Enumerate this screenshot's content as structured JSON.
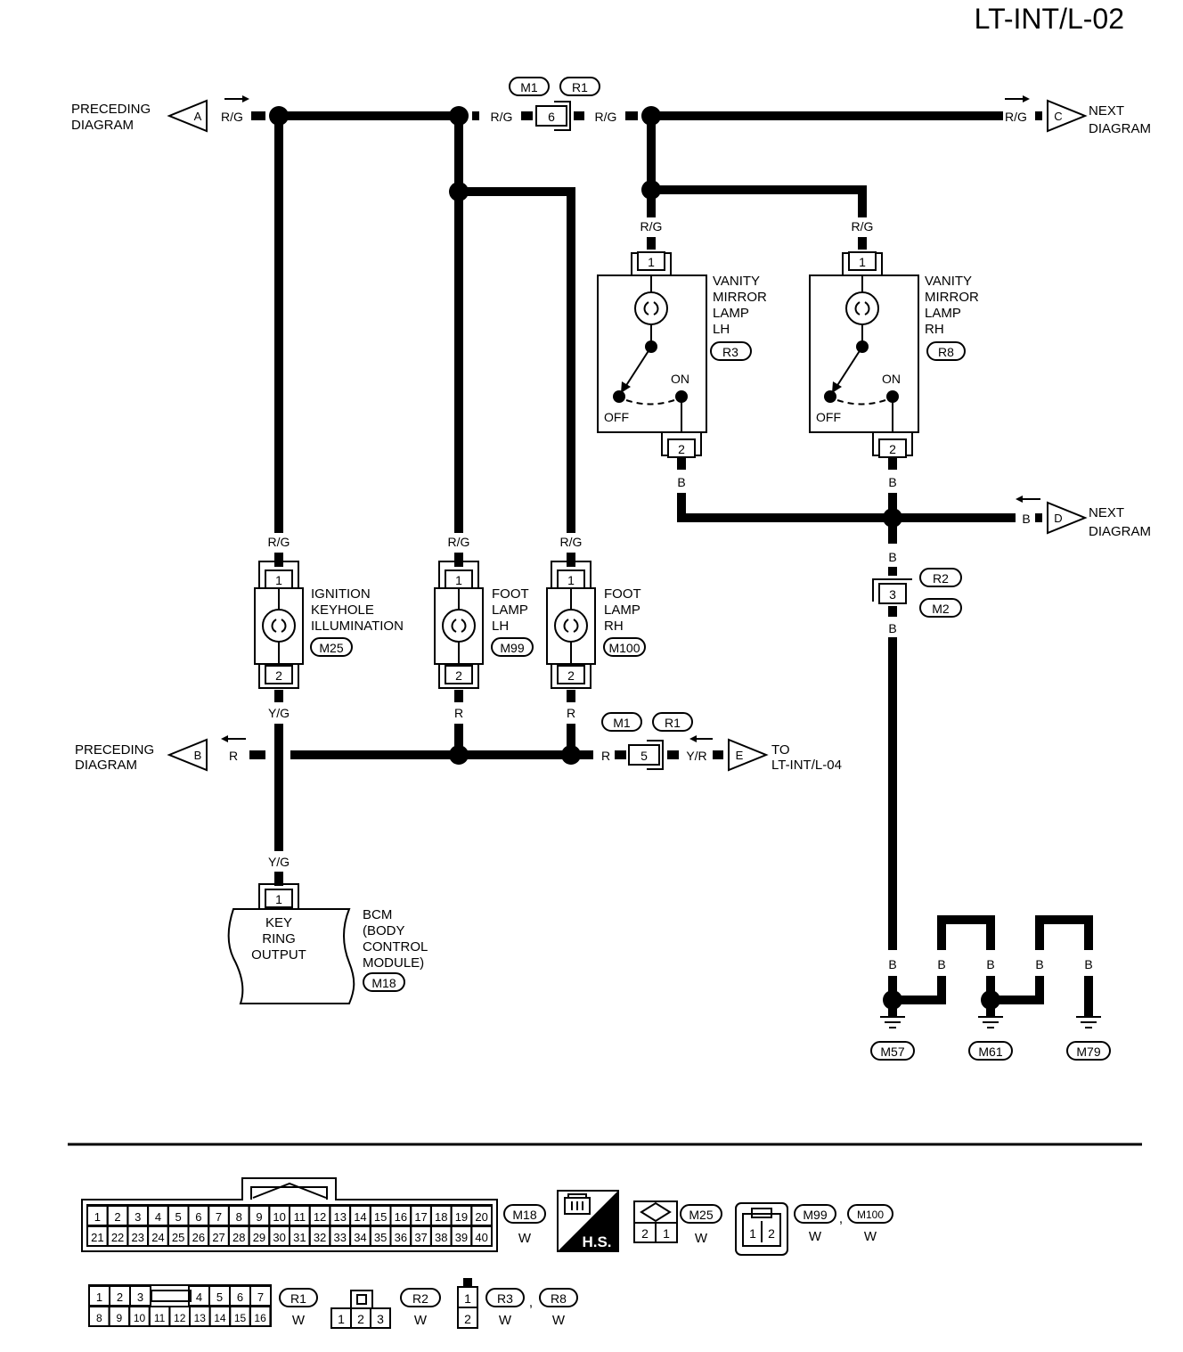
{
  "page_id": "LT-INT/L-02",
  "connectors": {
    "A": {
      "letter": "A",
      "wire": "R/G",
      "label1": "PRECEDING",
      "label2": "DIAGRAM"
    },
    "B": {
      "letter": "B",
      "wire": "R",
      "label1": "PRECEDING",
      "label2": "DIAGRAM"
    },
    "C": {
      "letter": "C",
      "wire": "R/G",
      "label1": "NEXT",
      "label2": "DIAGRAM"
    },
    "D": {
      "letter": "D",
      "wire": "B",
      "label1": "NEXT",
      "label2": "DIAGRAM"
    },
    "E": {
      "letter": "E",
      "wire": "Y/R",
      "label1": "TO",
      "label2": "LT-INT/L-04"
    }
  },
  "top_joint": {
    "pin": "6",
    "conn1": "M1",
    "conn2": "R1",
    "wire_left": "R/G",
    "wire_right": "R/G"
  },
  "bottom_joint": {
    "pin": "5",
    "conn1": "M1",
    "conn2": "R1",
    "wire_left": "R",
    "wire_right": "Y/R"
  },
  "ground_joint": {
    "pin": "3",
    "conn1": "R2",
    "conn2": "M2",
    "wire_top": "B",
    "wire_bottom": "B"
  },
  "components": {
    "ignition": {
      "name": [
        "IGNITION",
        "KEYHOLE",
        "ILLUMINATION"
      ],
      "conn": "M25",
      "pin_top": "1",
      "pin_bottom": "2",
      "wire_top": "R/G",
      "wire_bottom": "Y/G"
    },
    "foot_lh": {
      "name": [
        "FOOT",
        "LAMP",
        "LH"
      ],
      "conn": "M99",
      "pin_top": "1",
      "pin_bottom": "2",
      "wire_top": "R/G",
      "wire_bottom": "R"
    },
    "foot_rh": {
      "name": [
        "FOOT",
        "LAMP",
        "RH"
      ],
      "conn": "M100",
      "pin_top": "1",
      "pin_bottom": "2",
      "wire_top": "R/G",
      "wire_bottom": "R"
    },
    "vanity_lh": {
      "name": [
        "VANITY",
        "MIRROR",
        "LAMP",
        "LH"
      ],
      "conn": "R3",
      "pin_top": "1",
      "pin_bottom": "2",
      "wire_top": "R/G",
      "wire_bottom": "B",
      "off": "OFF",
      "on": "ON"
    },
    "vanity_rh": {
      "name": [
        "VANITY",
        "MIRROR",
        "LAMP",
        "RH"
      ],
      "conn": "R8",
      "pin_top": "1",
      "pin_bottom": "2",
      "wire_top": "R/G",
      "wire_bottom": "B",
      "off": "OFF",
      "on": "ON"
    },
    "bcm": {
      "inner": [
        "KEY",
        "RING",
        "OUTPUT"
      ],
      "name": [
        "BCM",
        "(BODY",
        "CONTROL",
        "MODULE)"
      ],
      "conn": "M18",
      "pin": "1",
      "wire": "Y/G"
    }
  },
  "grounds": [
    {
      "id": "M57",
      "wire": "B"
    },
    {
      "id": "M61",
      "wire": "B"
    },
    {
      "id": "M79",
      "wire": "B"
    }
  ],
  "ground_wire_labels": [
    "B",
    "B"
  ],
  "legend": {
    "m18": {
      "conn": "M18",
      "color": "W",
      "row1": [
        "1",
        "2",
        "3",
        "4",
        "5",
        "6",
        "7",
        "8",
        "9",
        "10",
        "11",
        "12",
        "13",
        "14",
        "15",
        "16",
        "17",
        "18",
        "19",
        "20"
      ],
      "row2": [
        "21",
        "22",
        "23",
        "24",
        "25",
        "26",
        "27",
        "28",
        "29",
        "30",
        "31",
        "32",
        "33",
        "34",
        "35",
        "36",
        "37",
        "38",
        "39",
        "40"
      ]
    },
    "hs_label": "H.S.",
    "m25": {
      "conn": "M25",
      "color": "W",
      "pins": [
        "2",
        "1"
      ]
    },
    "m99": {
      "conn": "M99",
      "conn2": "M100",
      "sep": ",",
      "color": "W",
      "color2": "W",
      "pins": [
        "1",
        "2"
      ]
    },
    "r1": {
      "conn": "R1",
      "color": "W",
      "row1a": [
        "1",
        "2",
        "3"
      ],
      "row1b": [
        "4",
        "5",
        "6",
        "7"
      ],
      "row2": [
        "8",
        "9",
        "10",
        "11",
        "12",
        "13",
        "14",
        "15",
        "16"
      ]
    },
    "r2": {
      "conn": "R2",
      "color": "W",
      "pins": [
        "1",
        "2",
        "3"
      ]
    },
    "r3": {
      "conn": "R3",
      "conn2": "R8",
      "sep": ",",
      "color": "W",
      "color2": "W",
      "pins": [
        "1",
        "2"
      ]
    }
  }
}
